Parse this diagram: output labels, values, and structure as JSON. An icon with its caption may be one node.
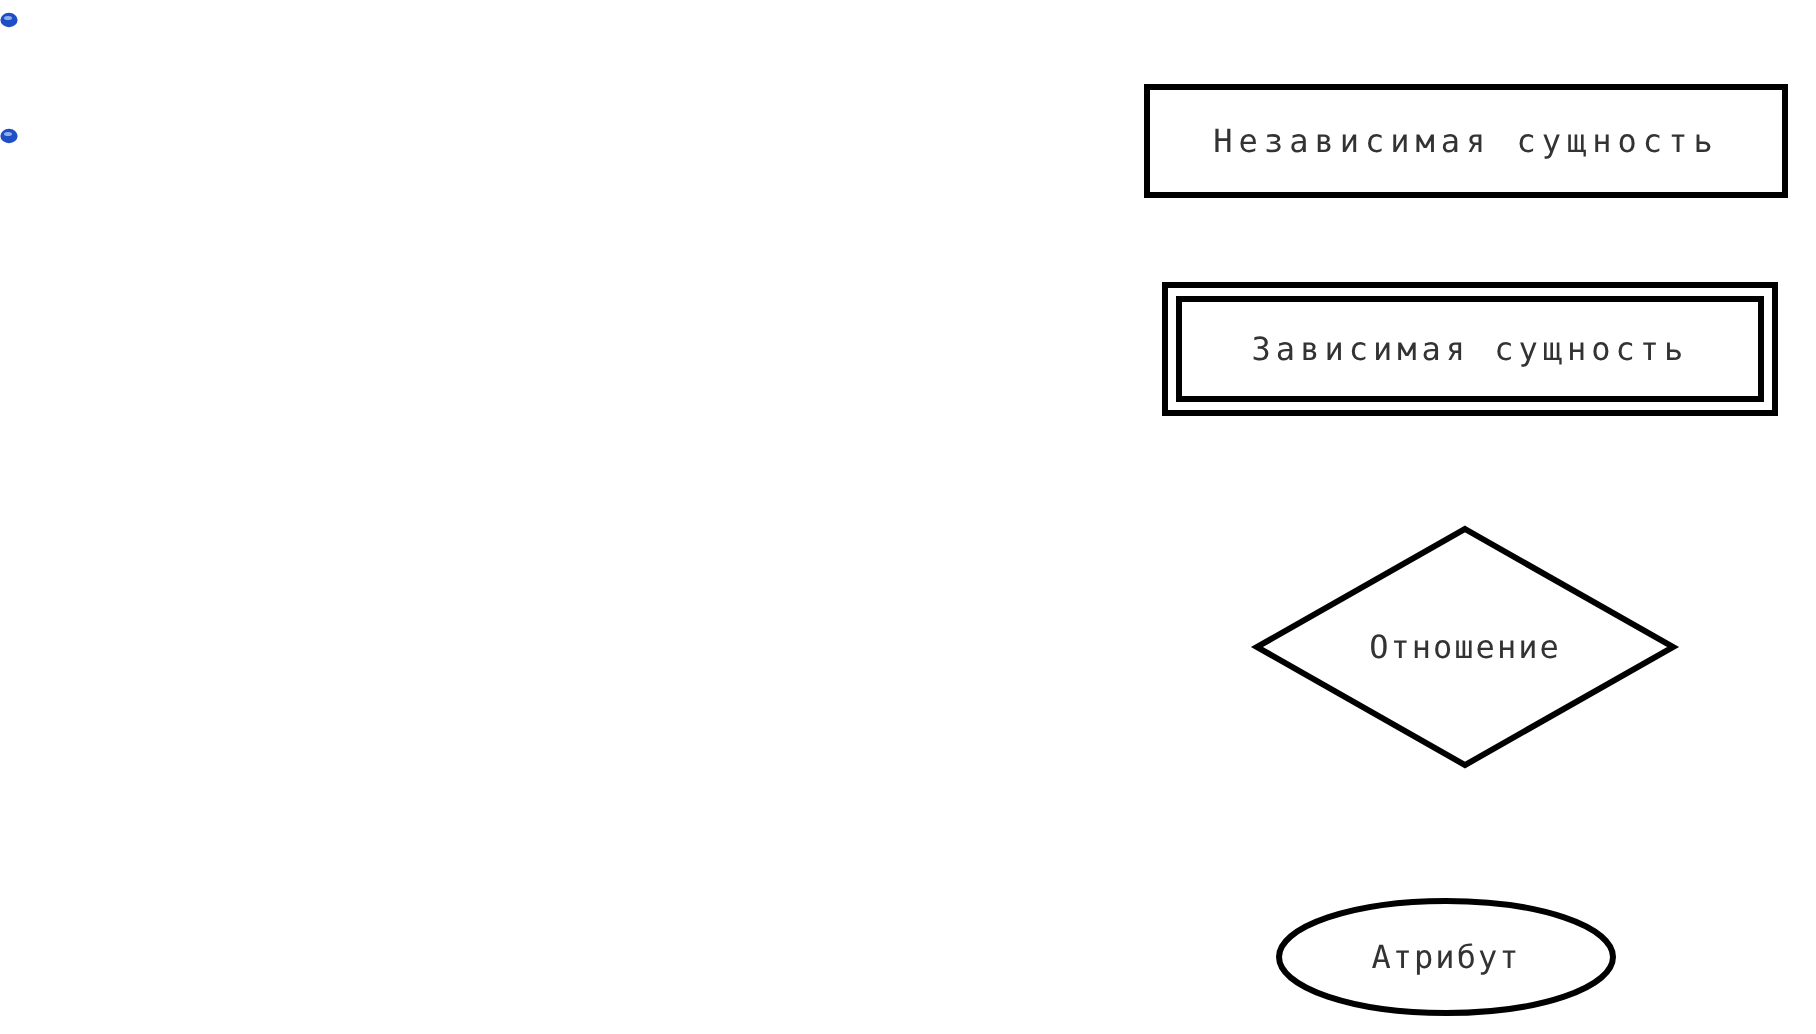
{
  "diagram": {
    "nodes": [
      {
        "text": [
          "Независимая сущность"
        ]
      },
      {
        "text": [
          "Зависимая сущность"
        ]
      },
      {
        "text": [
          "Отношение"
        ]
      },
      {
        "text": [
          "Атрибут"
        ]
      }
    ]
  }
}
